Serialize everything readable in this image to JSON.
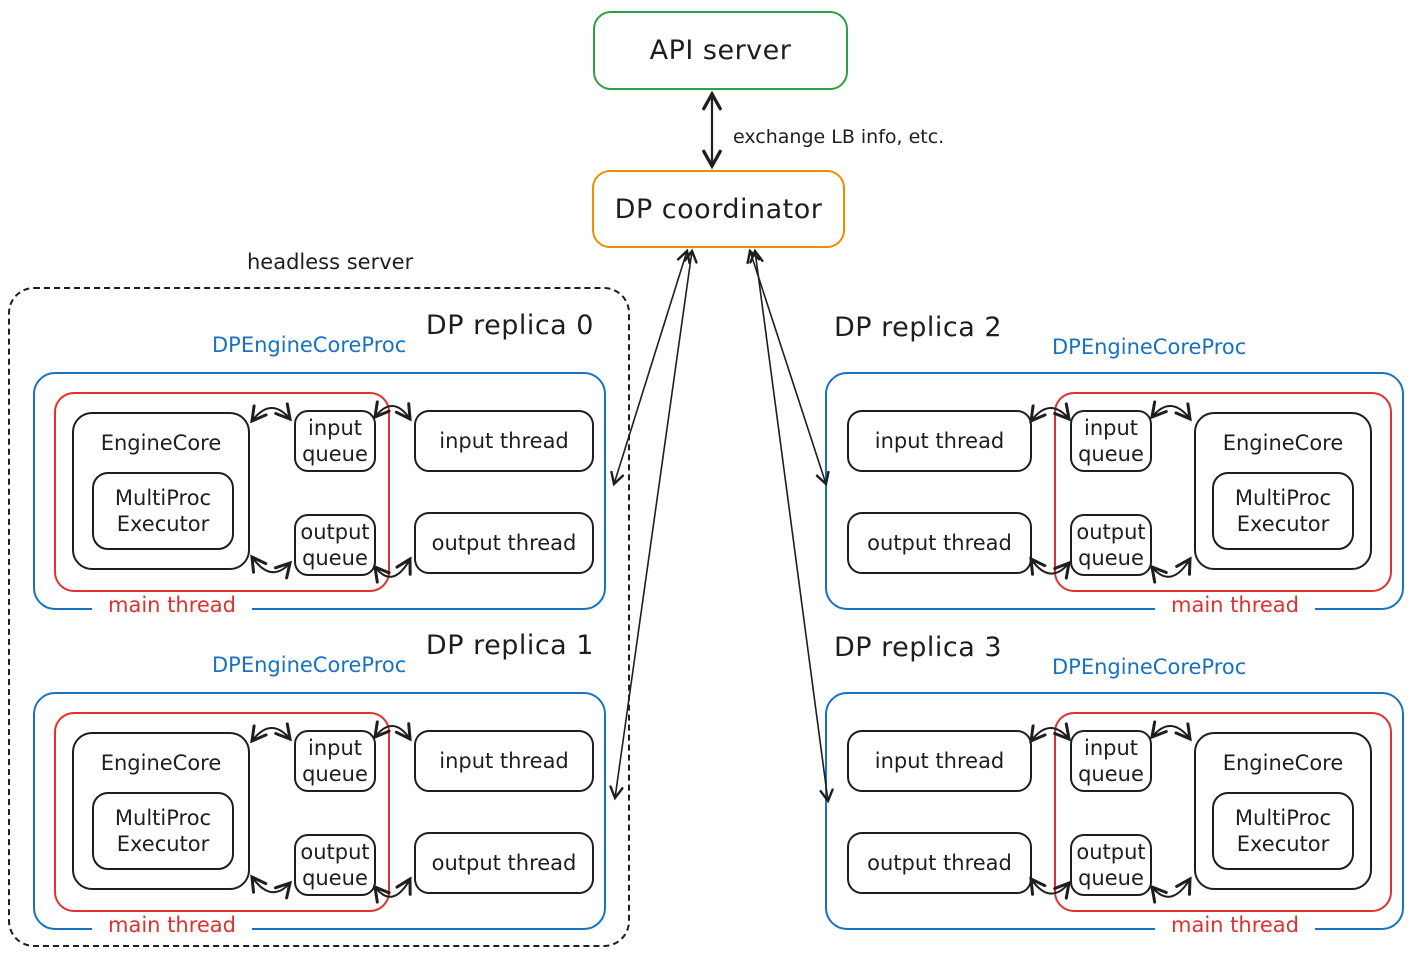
{
  "api_server": {
    "label": "API server",
    "border_color": "#2f9e44"
  },
  "coordinator": {
    "label": "DP coordinator",
    "border_color": "#f08c00"
  },
  "link_label": "exchange LB info, etc.",
  "headless_label": "headless server",
  "colors": {
    "green": "#2f9e44",
    "orange": "#f08c00",
    "blue": "#1971c2",
    "red": "#e03131",
    "black": "#1e1e1e"
  },
  "replicas": [
    {
      "title": "DP replica 0",
      "proc_label": "DPEngineCoreProc",
      "engine_core": "EngineCore",
      "executor": "MultiProc Executor",
      "input_queue": "input queue",
      "output_queue": "output queue",
      "input_thread": "input thread",
      "output_thread": "output thread",
      "main_thread": "main thread"
    },
    {
      "title": "DP replica 1",
      "proc_label": "DPEngineCoreProc",
      "engine_core": "EngineCore",
      "executor": "MultiProc Executor",
      "input_queue": "input queue",
      "output_queue": "output queue",
      "input_thread": "input thread",
      "output_thread": "output thread",
      "main_thread": "main thread"
    },
    {
      "title": "DP replica 2",
      "proc_label": "DPEngineCoreProc",
      "engine_core": "EngineCore",
      "executor": "MultiProc Executor",
      "input_queue": "input queue",
      "output_queue": "output queue",
      "input_thread": "input thread",
      "output_thread": "output thread",
      "main_thread": "main thread"
    },
    {
      "title": "DP replica 3",
      "proc_label": "DPEngineCoreProc",
      "engine_core": "EngineCore",
      "executor": "MultiProc Executor",
      "input_queue": "input queue",
      "output_queue": "output queue",
      "input_thread": "input thread",
      "output_thread": "output thread",
      "main_thread": "main thread"
    }
  ]
}
